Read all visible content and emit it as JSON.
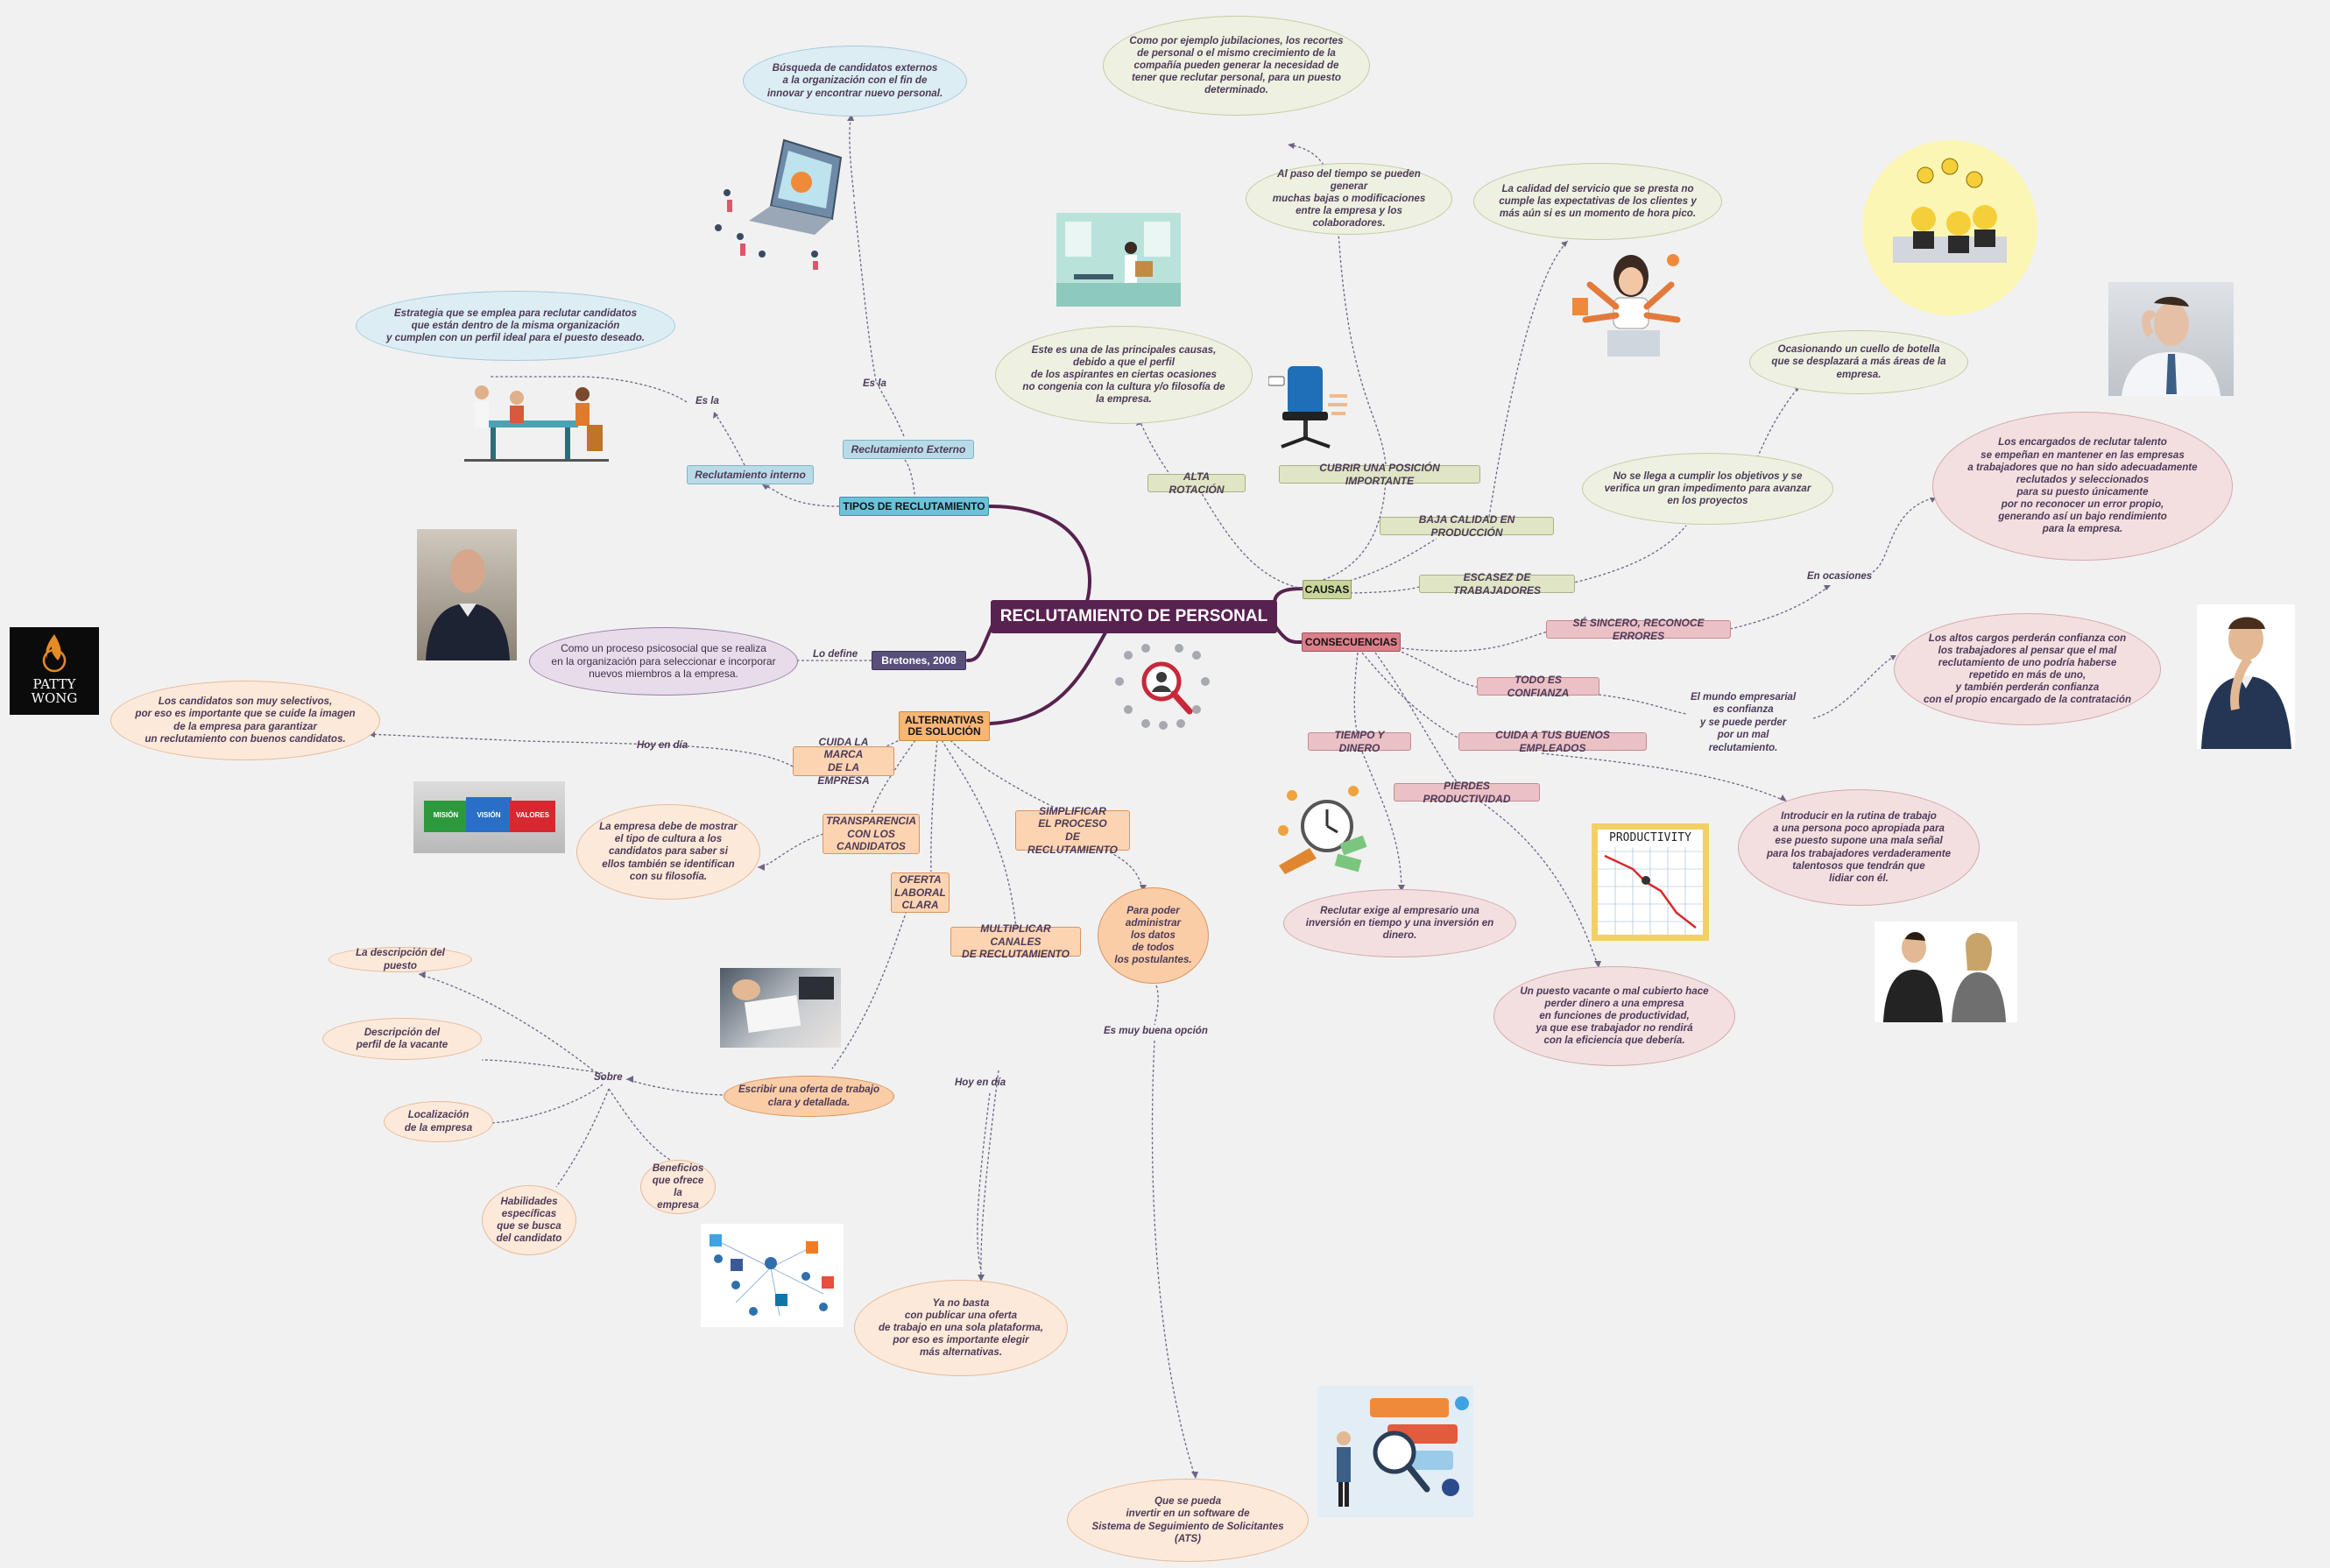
{
  "central": "RECLUTAMIENTO DE PERSONAL",
  "categories": {
    "tipos": "TIPOS DE RECLUTAMIENTO",
    "causas": "CAUSAS",
    "consecuencias": "CONSECUENCIAS",
    "alternativas": "ALTERNATIVAS\nDE SOLUCIÓN",
    "bretones": "Bretones, 2008"
  },
  "tipos": {
    "interno": "Reclutamiento interno",
    "externo": "Reclutamiento Externo",
    "es_la_1": "Es la",
    "es_la_2": "Es la",
    "interno_desc": "Estrategia que se emplea para reclutar candidatos\nque están dentro de la misma organización\ny cumplen con un perfil ideal para el puesto deseado.",
    "externo_desc": "Búsqueda de candidatos externos\na la organización con el fin de\ninnovar y encontrar nuevo personal."
  },
  "definicion": {
    "label": "Lo define",
    "text": "Como un proceso psicosocial que se realiza\nen la organización para seleccionar e incorporar\nnuevos miembros a la empresa."
  },
  "causas": {
    "alta_rotacion": "ALTA ROTACIÓN",
    "alta_rotacion_desc": "Este es una de las principales causas,\ndebido a que el perfil\nde los aspirantes en ciertas ocasiones\nno congenia con la cultura y/o filosofía de\nla empresa.",
    "cubrir": "CUBRIR UNA POSICIÓN IMPORTANTE",
    "cubrir_desc": "Al paso del tiempo se pueden generar\nmuchas bajas o modificaciones\nentre la empresa y los colaboradores.",
    "cubrir_desc2": "Como por ejemplo jubilaciones, los recortes\nde personal o el mismo crecimiento de la\ncompañía pueden generar la necesidad de\ntener que reclutar personal, para un puesto\ndeterminado.",
    "baja_calidad": "BAJA CALIDAD EN PRODUCCIÓN",
    "baja_calidad_desc": "La calidad del servicio que se presta no\ncumple las expectativas de los clientes y\nmás aún si es un momento de hora pico.",
    "escasez": "ESCASEZ DE TRABAJADORES",
    "escasez_desc": "No se llega a cumplir los objetivos y se\nverifica un gran impedimento para avanzar\nen los proyectos",
    "escasez_desc2": "Ocasionando un cuello de botella\nque se desplazará a más áreas de la\nempresa."
  },
  "consecuencias": {
    "sincero": "SÉ SINCERO, RECONOCE ERRORES",
    "en_ocasiones": "En ocasiones",
    "sincero_desc": "Los encargados de reclutar talento\nse empeñan en mantener en las empresas\na trabajadores que no han sido adecuadamente\nreclutados y seleccionados\npara su puesto únicamente\npor no reconocer un error propio,\ngenerando así un bajo rendimiento\npara la empresa.",
    "confianza": "TODO ES CONFIANZA",
    "confianza_mid": "El mundo empresarial\nes confianza\ny se puede perder\npor un mal\nreclutamiento.",
    "confianza_desc": "Los altos cargos perderán confianza con\nlos trabajadores al pensar que el mal\nreclutamiento de uno podría haberse\nrepetido en más de uno,\ny también perderán confianza\ncon el propio encargado de la contratación",
    "tiempo": "TIEMPO Y DINERO",
    "tiempo_desc": "Reclutar exige al empresario una\ninversión en tiempo y una inversión en\ndinero.",
    "cuida": "CUIDA A TUS BUENOS EMPLEADOS",
    "cuida_desc": "Introducir en la rutina de trabajo\na una persona poco apropiada para\nese puesto supone una mala señal\npara los trabajadores verdaderamente\ntalentosos que tendrán que\nlidiar con él.",
    "pierdes": "PIERDES PRODUCTIVIDAD",
    "pierdes_desc": "Un puesto vacante o mal cubierto hace\nperder dinero a una empresa\nen funciones de productividad,\nya que ese trabajador no rendirá\ncon la eficiencia que debería."
  },
  "alternativas": {
    "marca": "CUIDA LA MARCA\nDE LA EMPRESA",
    "hoy_en_dia_1": "Hoy en día",
    "marca_desc": "Los candidatos son muy selectivos,\npor eso es importante que se cuide la imagen\nde la empresa para garantizar\nun reclutamiento con buenos candidatos.",
    "transparencia": "TRANSPARENCIA\nCON LOS\nCANDIDATOS",
    "transparencia_desc": "La empresa debe de mostrar\nel tipo de cultura a los\ncandidatos para saber si\nellos también se identifican\ncon su filosofía.",
    "oferta": "OFERTA\nLABORAL\nCLARA",
    "oferta_desc": "Escribir una oferta de trabajo\nclara y detallada.",
    "sobre": "Sobre",
    "sobre_items": [
      "La descripción del puesto",
      "Descripción del\nperfil de la vacante",
      "Localización\nde la empresa",
      "Habilidades\nespecíficas\nque se busca\ndel candidato",
      "Beneficios\nque ofrece\nla empresa"
    ],
    "canales": "MULTIPLICAR CANALES\nDE RECLUTAMIENTO",
    "hoy_en_dia_2": "Hoy en día",
    "canales_desc": "Ya no basta\ncon publicar una oferta\nde trabajo en una sola plataforma,\npor eso es importante elegir\nmás alternativas.",
    "simplificar": "SIMPLIFICAR\nEL PROCESO\nDE RECLUTAMIENTO",
    "simplificar_desc": "Para poder\nadministrar\nlos datos\nde todos\nlos postulantes.",
    "buena_opcion": "Es muy buena opción",
    "ats_desc": "Que se pueda\ninvertir en un software de\nSistema de Seguimiento de Solicitantes\n(ATS)"
  },
  "images": {
    "logo": [
      "PATTY",
      "WONG"
    ],
    "productivity": "PRODUCTIVITY",
    "puzzle": [
      "MISIÓN",
      "VISIÓN",
      "VALORES"
    ]
  },
  "colors": {
    "central": "#57224f",
    "branch": "#57224f",
    "connector": "#6f6485",
    "tipos_tag": "#6cc2d9",
    "causas_tag": "#c9d59a",
    "consecuencias_tag": "#d9808a",
    "alternativas_tag": "#f8b576",
    "bretones_tag": "#58507a"
  }
}
